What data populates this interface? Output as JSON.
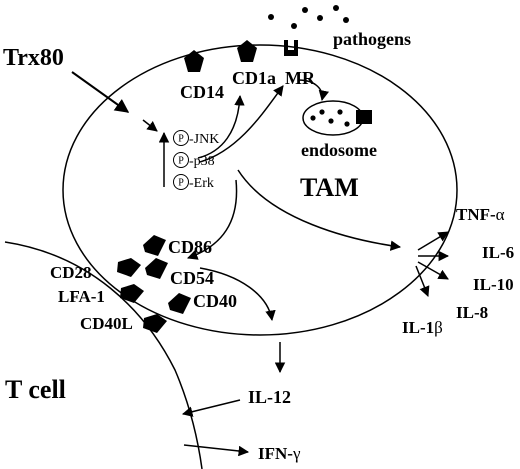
{
  "labels": {
    "trx80": "Trx80",
    "pathogens": "pathogens",
    "cd14": "CD14",
    "cd1a": "CD1a",
    "mr": "MR",
    "endosome": "endosome",
    "tam": "TAM",
    "p_label": "P",
    "jnk": "-JNK",
    "p38": "-p38",
    "erk": "-Erk",
    "tnf_prefix": "TNF-",
    "alpha": "α",
    "il6": "IL-6",
    "il10": "IL-10",
    "il8": "IL-8",
    "il1_prefix": "IL-1",
    "beta": "β",
    "cd86": "CD86",
    "cd28": "CD28",
    "cd54": "CD54",
    "lfa1": "LFA-1",
    "cd40": "CD40",
    "cd40l": "CD40L",
    "il12": "IL-12",
    "tcell": "T cell",
    "ifn_prefix": "IFN-",
    "gamma": "γ"
  }
}
